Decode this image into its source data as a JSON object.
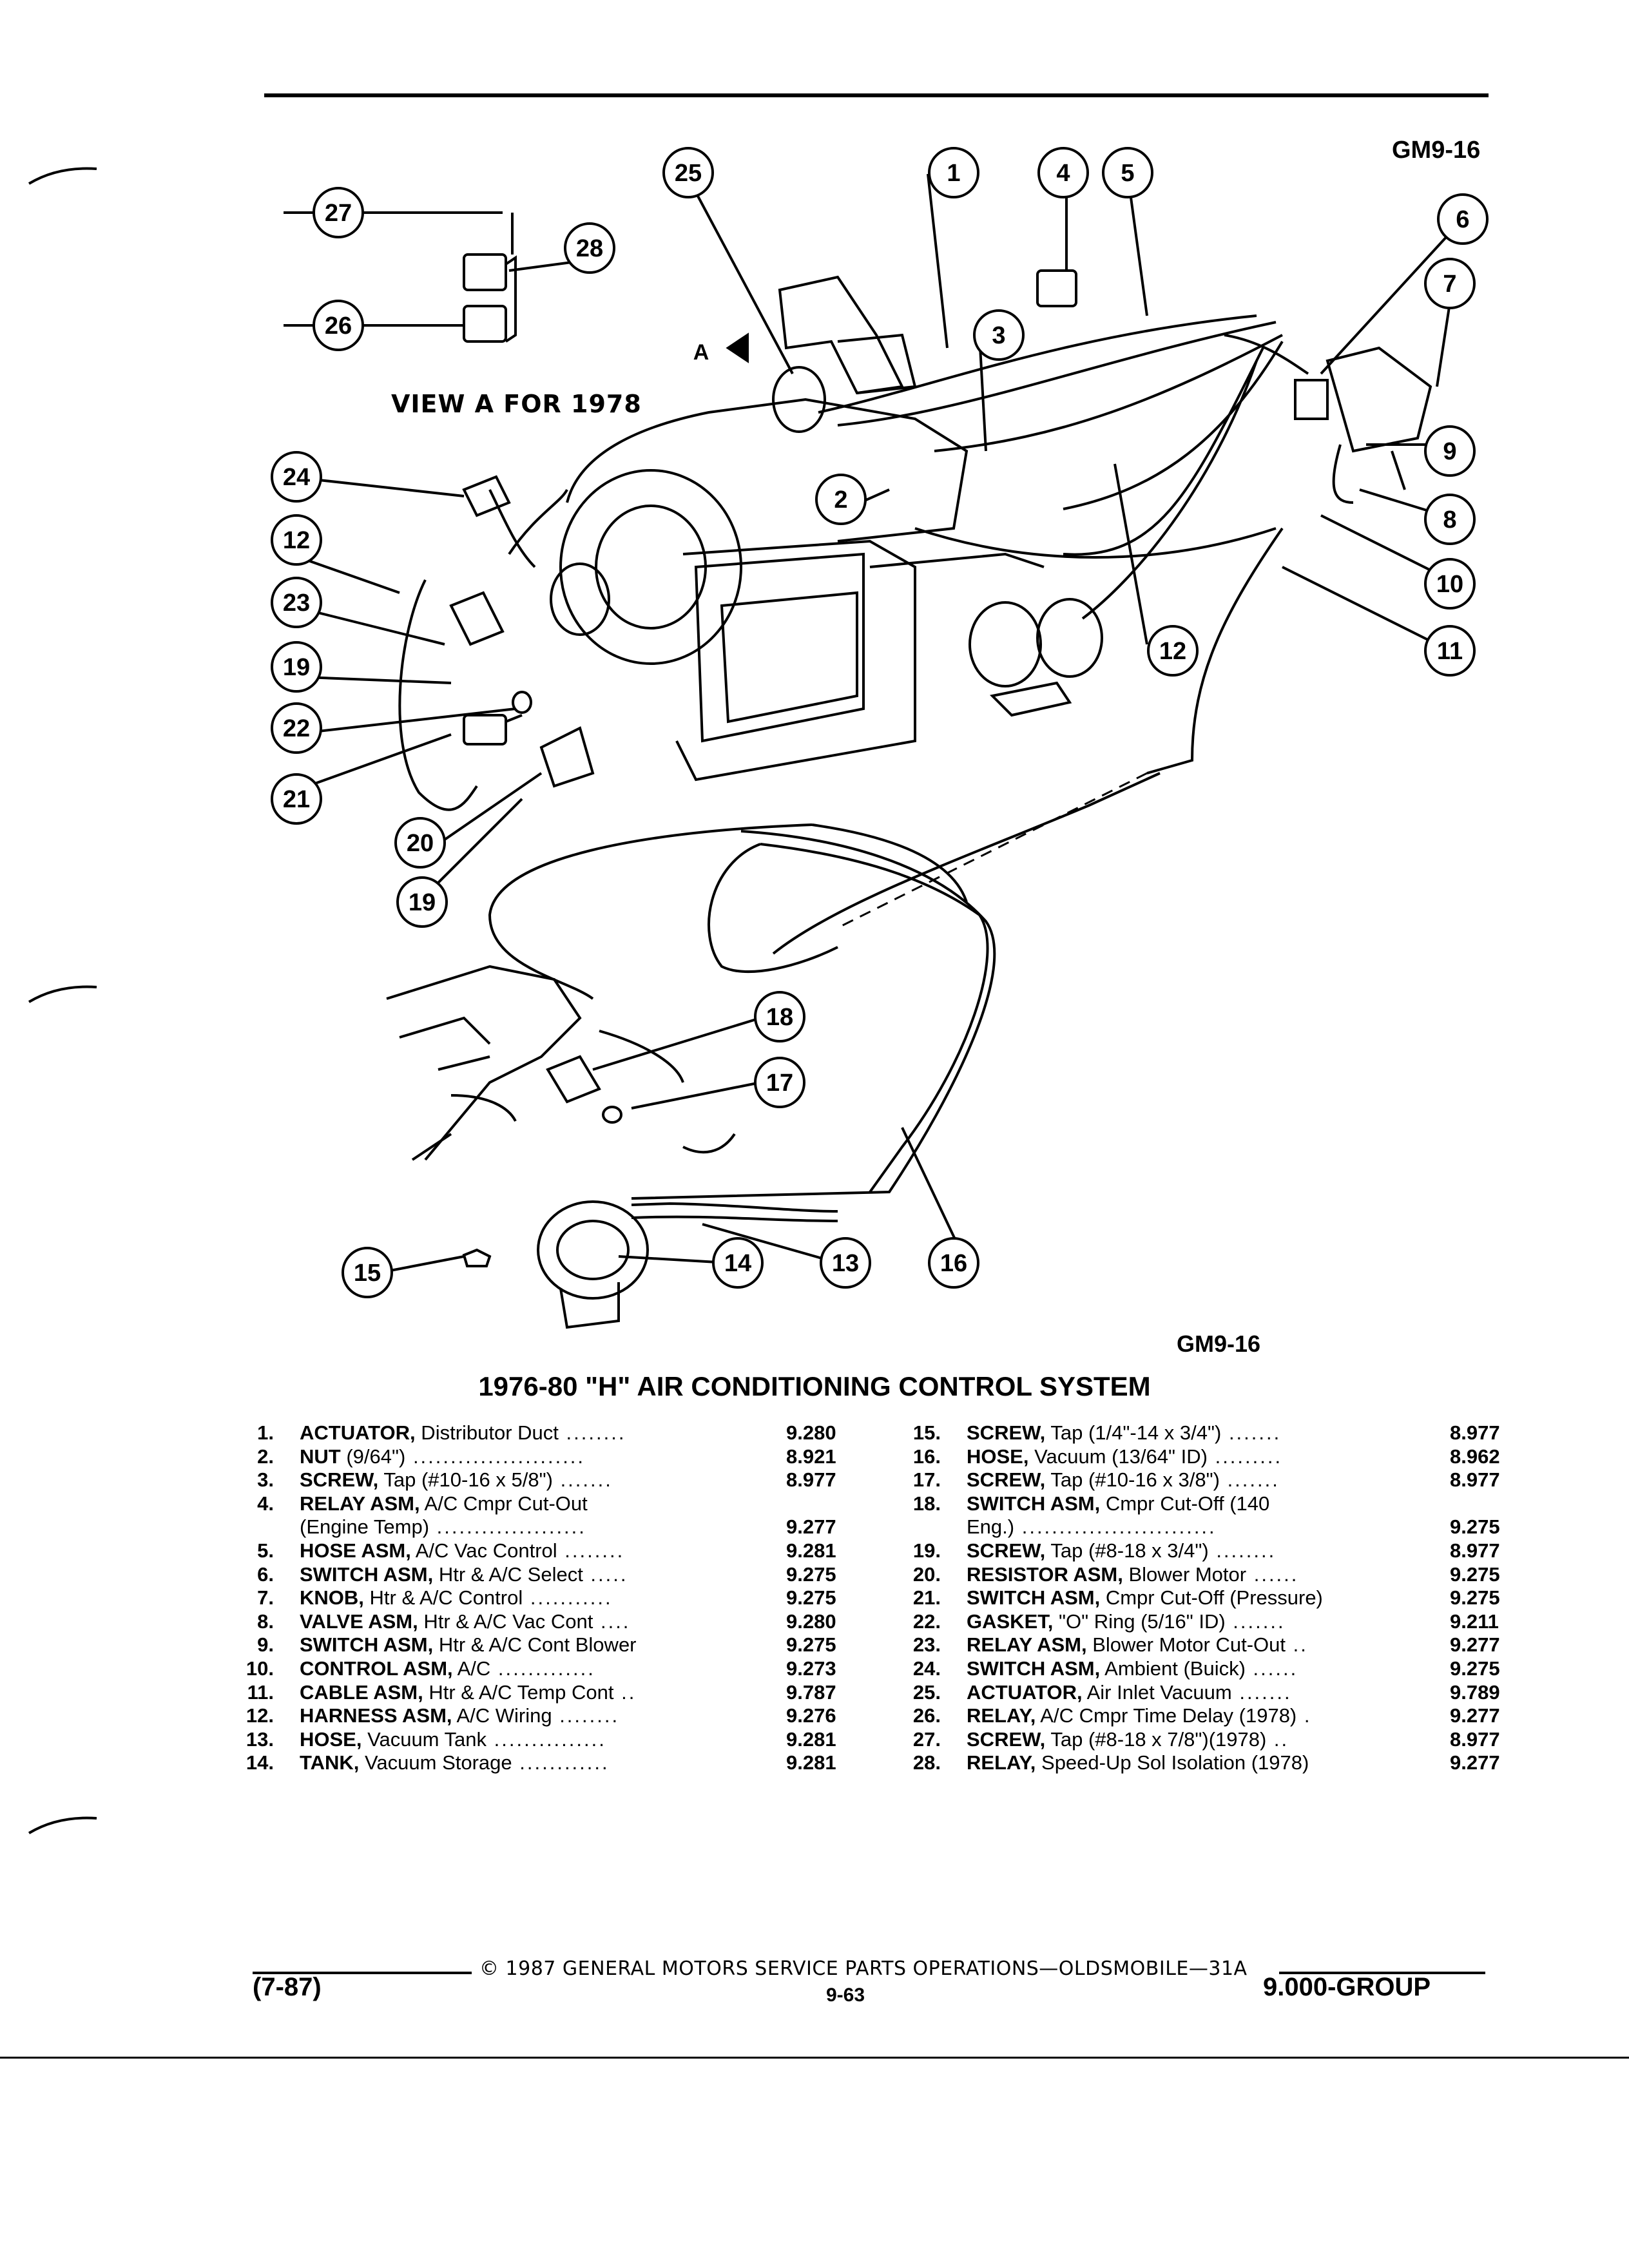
{
  "header": {
    "diagram_code": "GM9-16"
  },
  "diagram": {
    "view_label": "VIEW A FOR 1978",
    "view_marker": "A",
    "callouts": [
      "1",
      "2",
      "3",
      "4",
      "5",
      "6",
      "7",
      "8",
      "9",
      "10",
      "11",
      "12",
      "12",
      "13",
      "14",
      "15",
      "16",
      "17",
      "18",
      "19",
      "19",
      "20",
      "21",
      "22",
      "23",
      "24",
      "25",
      "26",
      "27",
      "28"
    ],
    "code_bottom": "GM9-16"
  },
  "title": "1976-80 \"H\" AIR CONDITIONING CONTROL SYSTEM",
  "parts_left": [
    {
      "num": "1.",
      "name": "ACTUATOR,",
      "desc": " Distributor Duct",
      "dots": " ........",
      "value": "9.280"
    },
    {
      "num": "2.",
      "name": "NUT",
      "desc": " (9/64\")",
      "dots": " .......................",
      "value": "8.921"
    },
    {
      "num": "3.",
      "name": "SCREW,",
      "desc": " Tap (#10-16 x 5/8\")",
      "dots": " .......",
      "value": "8.977"
    },
    {
      "num": "4.",
      "name": "RELAY ASM,",
      "desc": " A/C Cmpr Cut-Out",
      "line2": "(Engine Temp)",
      "dots": " ....................",
      "value": "9.277"
    },
    {
      "num": "5.",
      "name": "HOSE ASM,",
      "desc": " A/C Vac Control",
      "dots": " ........",
      "value": "9.281"
    },
    {
      "num": "6.",
      "name": "SWITCH ASM,",
      "desc": " Htr & A/C Select",
      "dots": " .....",
      "value": "9.275"
    },
    {
      "num": "7.",
      "name": "KNOB,",
      "desc": " Htr & A/C Control",
      "dots": " ...........",
      "value": "9.275"
    },
    {
      "num": "8.",
      "name": "VALVE ASM,",
      "desc": " Htr & A/C Vac Cont",
      "dots": " ....",
      "value": "9.280"
    },
    {
      "num": "9.",
      "name": "SWITCH ASM,",
      "desc": " Htr & A/C Cont Blower",
      "dots": "",
      "value": "9.275"
    },
    {
      "num": "10.",
      "name": "CONTROL ASM,",
      "desc": " A/C",
      "dots": " .............",
      "value": "9.273"
    },
    {
      "num": "11.",
      "name": "CABLE ASM,",
      "desc": " Htr & A/C Temp Cont",
      "dots": " ..",
      "value": "9.787"
    },
    {
      "num": "12.",
      "name": "HARNESS ASM,",
      "desc": " A/C Wiring",
      "dots": " ........",
      "value": "9.276"
    },
    {
      "num": "13.",
      "name": "HOSE,",
      "desc": " Vacuum Tank",
      "dots": " ...............",
      "value": "9.281"
    },
    {
      "num": "14.",
      "name": "TANK,",
      "desc": " Vacuum Storage",
      "dots": " ............",
      "value": "9.281"
    }
  ],
  "parts_right": [
    {
      "num": "15.",
      "name": "SCREW,",
      "desc": " Tap (1/4\"-14 x 3/4\")",
      "dots": " .......",
      "value": "8.977"
    },
    {
      "num": "16.",
      "name": "HOSE,",
      "desc": " Vacuum (13/64\" ID)",
      "dots": " .........",
      "value": "8.962"
    },
    {
      "num": "17.",
      "name": "SCREW,",
      "desc": " Tap (#10-16 x 3/8\")",
      "dots": " .......",
      "value": "8.977"
    },
    {
      "num": "18.",
      "name": "SWITCH ASM,",
      "desc": " Cmpr Cut-Off (140",
      "line2": "Eng.)",
      "dots": " ..........................",
      "value": "9.275"
    },
    {
      "num": "19.",
      "name": "SCREW,",
      "desc": " Tap (#8-18 x 3/4\")",
      "dots": " ........",
      "value": "8.977"
    },
    {
      "num": "20.",
      "name": "RESISTOR ASM,",
      "desc": " Blower Motor",
      "dots": " ......",
      "value": "9.275"
    },
    {
      "num": "21.",
      "name": "SWITCH ASM,",
      "desc": " Cmpr Cut-Off (Pressure)",
      "dots": "",
      "value": "9.275"
    },
    {
      "num": "22.",
      "name": "GASKET,",
      "desc": " \"O\" Ring (5/16\" ID)",
      "dots": " .......",
      "value": "9.211"
    },
    {
      "num": "23.",
      "name": "RELAY ASM,",
      "desc": " Blower Motor Cut-Out",
      "dots": " ..",
      "value": "9.277"
    },
    {
      "num": "24.",
      "name": "SWITCH ASM,",
      "desc": " Ambient (Buick)",
      "dots": " ......",
      "value": "9.275"
    },
    {
      "num": "25.",
      "name": "ACTUATOR,",
      "desc": " Air Inlet Vacuum",
      "dots": " .......",
      "value": "9.789"
    },
    {
      "num": "26.",
      "name": "RELAY,",
      "desc": " A/C Cmpr Time Delay (1978)",
      "dots": " .",
      "value": "9.277"
    },
    {
      "num": "27.",
      "name": "SCREW,",
      "desc": " Tap (#8-18 x 7/8\")(1978)",
      "dots": " ..",
      "value": "8.977"
    },
    {
      "num": "28.",
      "name": "RELAY,",
      "desc": " Speed-Up Sol Isolation (1978)",
      "dots": "",
      "value": "9.277"
    }
  ],
  "footer": {
    "copyright": "© 1987 GENERAL MOTORS SERVICE PARTS OPERATIONS—OLDSMOBILE—31A",
    "date": "(7-87)",
    "page": "9-63",
    "group": "9.000-GROUP"
  }
}
